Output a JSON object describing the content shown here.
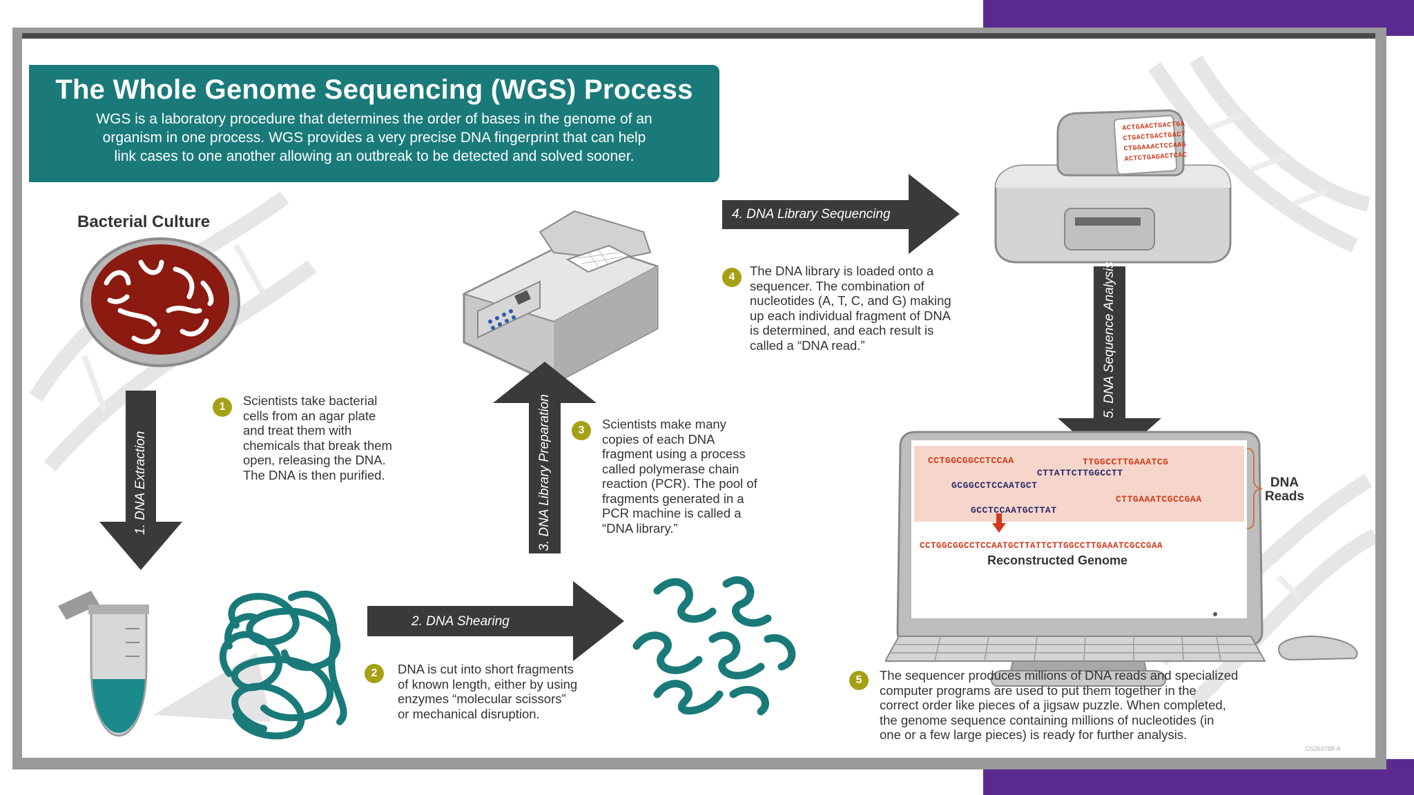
{
  "title": "The Whole Genome Sequencing (WGS) Process",
  "subtitle_lines": [
    "WGS is a laboratory procedure that determines the order of bases in the genome of an",
    "organism in one process. WGS provides a very precise DNA fingerprint that can help",
    "link cases to one another allowing an outbreak to be detected and solved sooner."
  ],
  "culture_label": "Bacterial Culture",
  "arrows": {
    "a1": "1. DNA Extraction",
    "a2": "2. DNA Shearing",
    "a3": "3. DNA Library Preparation",
    "a4": "4. DNA Library Sequencing",
    "a5": "5. DNA Sequence Analysis"
  },
  "steps": [
    {
      "num": "1",
      "lines": [
        "Scientists take bacterial",
        "cells from an agar plate",
        "and treat them with",
        "chemicals that break them",
        "open, releasing the DNA.",
        "The DNA is then purified."
      ]
    },
    {
      "num": "2",
      "lines": [
        "DNA is cut into short fragments",
        "of known length, either by using",
        "enzymes “molecular scissors”",
        "or mechanical disruption."
      ]
    },
    {
      "num": "3",
      "lines": [
        "Scientists make many",
        "copies of each DNA",
        "fragment using a process",
        "called polymerase chain",
        "reaction (PCR). The pool of",
        "fragments generated in a",
        "PCR machine is called a",
        "“DNA library.”"
      ]
    },
    {
      "num": "4",
      "lines": [
        "The DNA library is loaded onto a",
        "sequencer. The combination of",
        "nucleotides (A, T, C, and G) making",
        "up each individual fragment of DNA",
        "is determined, and each result is",
        "called a “DNA read.”"
      ]
    },
    {
      "num": "5",
      "lines": [
        "The sequencer produces millions of DNA reads and specialized",
        "computer programs are used to put them together in the",
        "correct order like pieces of a jigsaw puzzle. When completed,",
        "the genome sequence containing millions of nucleotides (in",
        "one or a few large pieces) is ready for further analysis."
      ]
    }
  ],
  "sequencer_screen": [
    "ACTGAACTGACTGA",
    "CTGACTGACTGACT",
    "CTGGAAACTCCAAG",
    "ACTCTGAGACTCAC"
  ],
  "reads": [
    "CCTGGCGGCCTCCAA",
    "TTGGCCTTGAAATCG",
    "CTTATTCTTGGCCTT",
    "GCGGCCTCCAATGCT",
    "CTTGAAATCGCCGAA",
    "GCCTCCAATGCTTAT"
  ],
  "dna_reads_label": [
    "DNA",
    "Reads"
  ],
  "reconstructed_sequence": "CCTGGCGGCCTCCAATGCTTATTCTTGGCCTTGAAATCGCCGAA",
  "reconstructed_label": "Reconstructed Genome",
  "figure_code": "CS264788-A",
  "colors": {
    "teal": "#1a7a7a",
    "arrow": "#3a3a3a",
    "badge": "#a5a014",
    "purple": "#5b2a91",
    "red_seq": "#d03a1a",
    "blue_seq": "#2a2a6a",
    "dish": "#8b1a10"
  }
}
